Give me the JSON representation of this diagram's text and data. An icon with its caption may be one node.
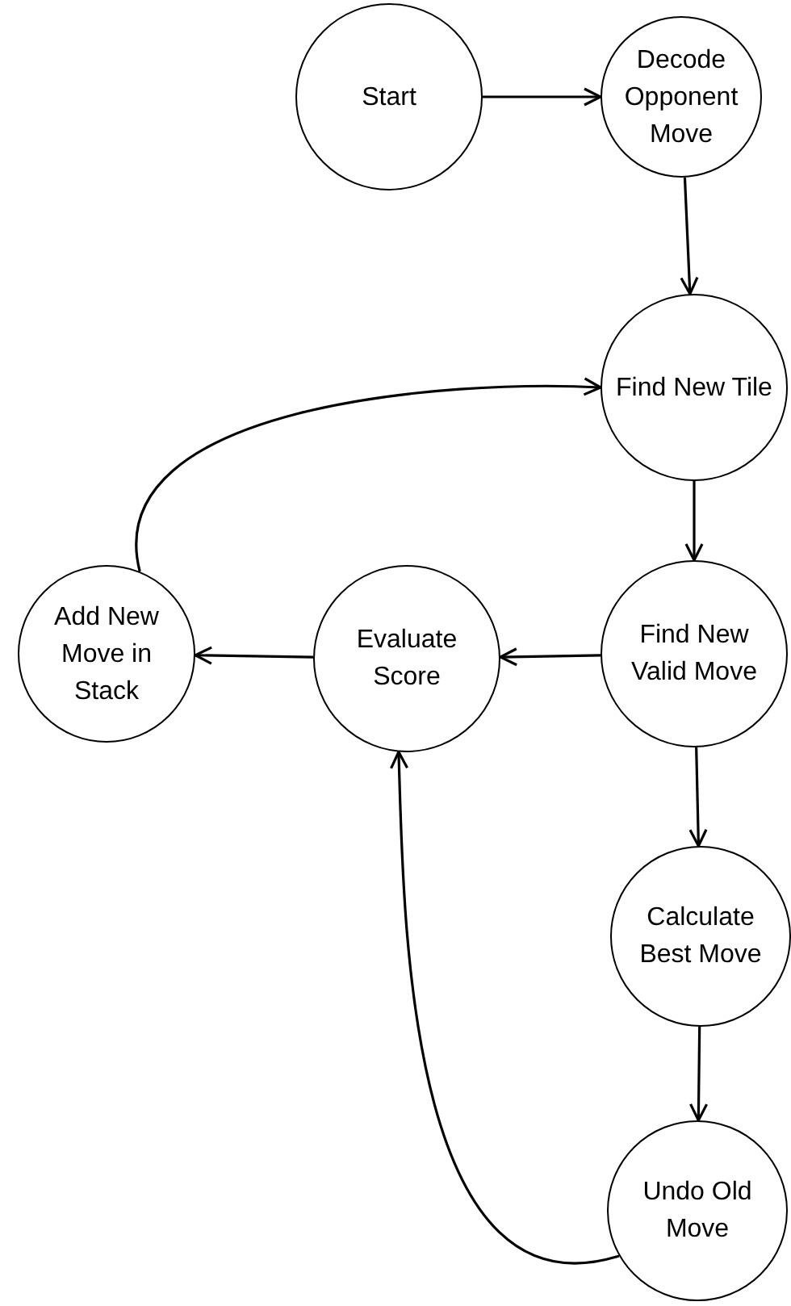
{
  "diagram": {
    "nodes": [
      {
        "text": [
          "Start"
        ]
      },
      {
        "text": [
          "Decode Opponent Move"
        ]
      },
      {
        "text": [
          "Find New Tile"
        ]
      },
      {
        "text": [
          "Find New Valid Move"
        ]
      },
      {
        "text": [
          "Evaluate Score"
        ]
      },
      {
        "text": [
          "Add New Move in Stack"
        ]
      },
      {
        "text": [
          "Calculate Best Move"
        ]
      },
      {
        "text": [
          "Undo Old Move"
        ]
      }
    ],
    "edges": [
      {
        "from": 0,
        "to": 1,
        "arrow": "to"
      },
      {
        "from": 1,
        "to": 2,
        "arrow": "to"
      },
      {
        "from": 2,
        "to": 3,
        "arrow": "to"
      },
      {
        "from": 3,
        "to": 4,
        "arrow": "to"
      },
      {
        "from": 4,
        "to": 5,
        "arrow": "to"
      },
      {
        "from": 5,
        "to": 2,
        "arrow": "to"
      },
      {
        "from": 3,
        "to": 6,
        "arrow": "to"
      },
      {
        "from": 6,
        "to": 7,
        "arrow": "to"
      },
      {
        "from": 7,
        "to": 4,
        "arrow": "to"
      }
    ]
  }
}
